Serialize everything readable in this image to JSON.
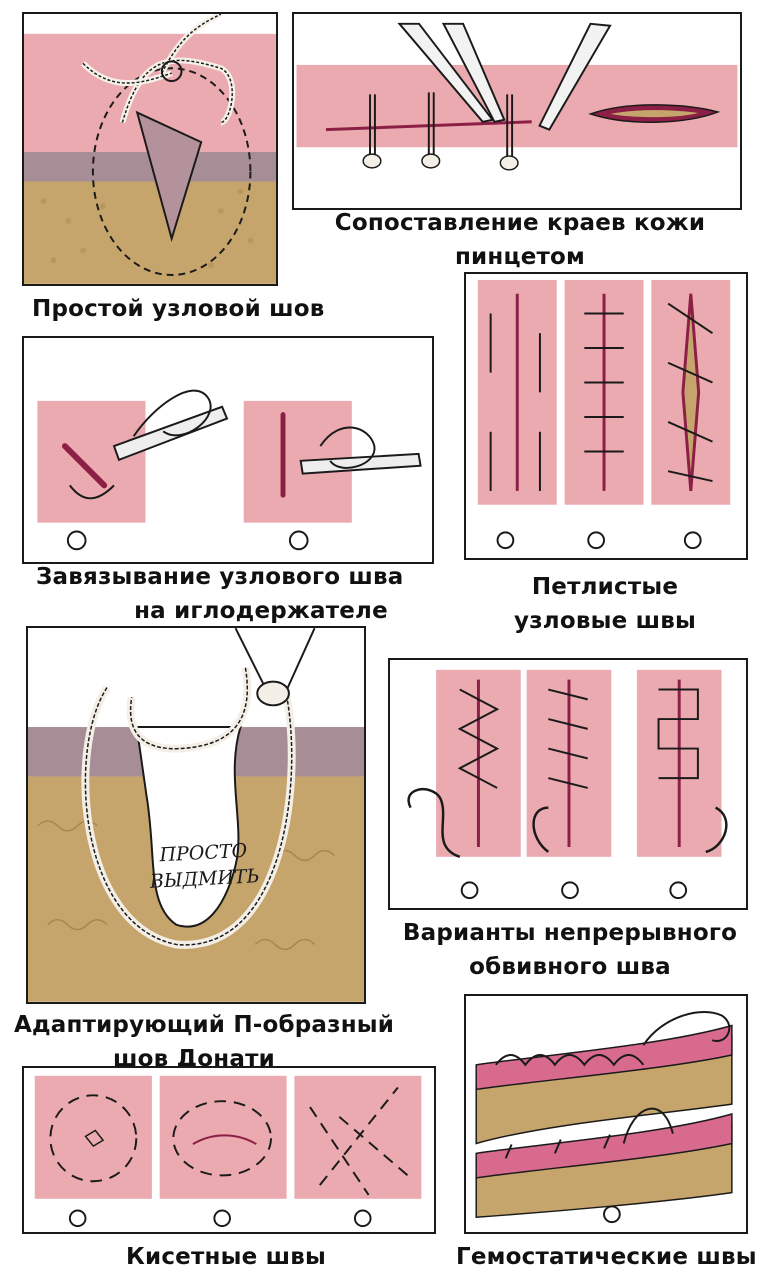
{
  "captions": {
    "simple": "Простой узловой шов",
    "forceps_line1": "Сопоставление краев кожи",
    "forceps_line2": "пинцетом",
    "tying_line1": "Завязывание узлового шва",
    "tying_line2": "на иглодержателе",
    "loop_line1": "Петлистые",
    "loop_line2": "узловые швы",
    "continuous_line1": "Варианты непрерывного",
    "continuous_line2": "обвивного шва",
    "donati_line1": "Адаптирующий П-образный",
    "donati_line2": "шов Донати",
    "purse": "Кисетные швы",
    "hemo": "Гемостатические швы"
  },
  "donati_note": {
    "line1": "ПРОСТО",
    "line2": "ВЫДМИТЬ"
  },
  "colors": {
    "skin": "#e9a9ad",
    "dermis": "#a88f95",
    "fat": "#c7a66d",
    "wound": "#8c1f45",
    "thread": "#f4efe6",
    "outline": "#1a1a1a"
  },
  "icons": [
    "forceps-icon",
    "needle-holder-icon",
    "curved-needle-icon",
    "thread-knot-icon"
  ]
}
